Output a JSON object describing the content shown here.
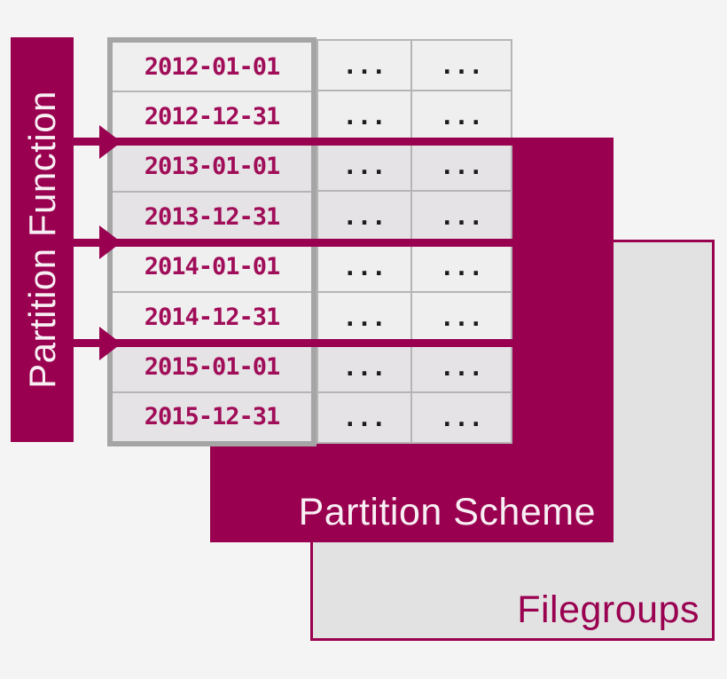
{
  "diagram": {
    "partition_function": {
      "label": "Partition Function"
    },
    "partition_scheme": {
      "label": "Partition Scheme"
    },
    "filegroups": {
      "label": "Filegroups"
    },
    "table": {
      "rows": [
        {
          "date": "2012-01-01",
          "col2": "...",
          "col3": "...",
          "shade": "light"
        },
        {
          "date": "2012-12-31",
          "col2": "...",
          "col3": "...",
          "shade": "light"
        },
        {
          "date": "2013-01-01",
          "col2": "...",
          "col3": "...",
          "shade": "dark"
        },
        {
          "date": "2013-12-31",
          "col2": "...",
          "col3": "...",
          "shade": "dark"
        },
        {
          "date": "2014-01-01",
          "col2": "...",
          "col3": "...",
          "shade": "light"
        },
        {
          "date": "2014-12-31",
          "col2": "...",
          "col3": "...",
          "shade": "light"
        },
        {
          "date": "2015-01-01",
          "col2": "...",
          "col3": "...",
          "shade": "dark"
        },
        {
          "date": "2015-12-31",
          "col2": "...",
          "col3": "...",
          "shade": "dark"
        }
      ],
      "boundaries_after_rows": [
        2,
        4,
        6
      ]
    },
    "colors": {
      "accent": "#990150",
      "background": "#f5f4f5",
      "row_light": "#f0eff0",
      "row_dark": "#e5e3e5",
      "filegroups_fill": "#e3e2e3",
      "border_thick": "#a6a5a6",
      "border_thin": "#b6b5b6",
      "date_text": "#a00d58",
      "dots_text": "#1b1b1b",
      "label_on_accent": "#f8eff4"
    }
  }
}
